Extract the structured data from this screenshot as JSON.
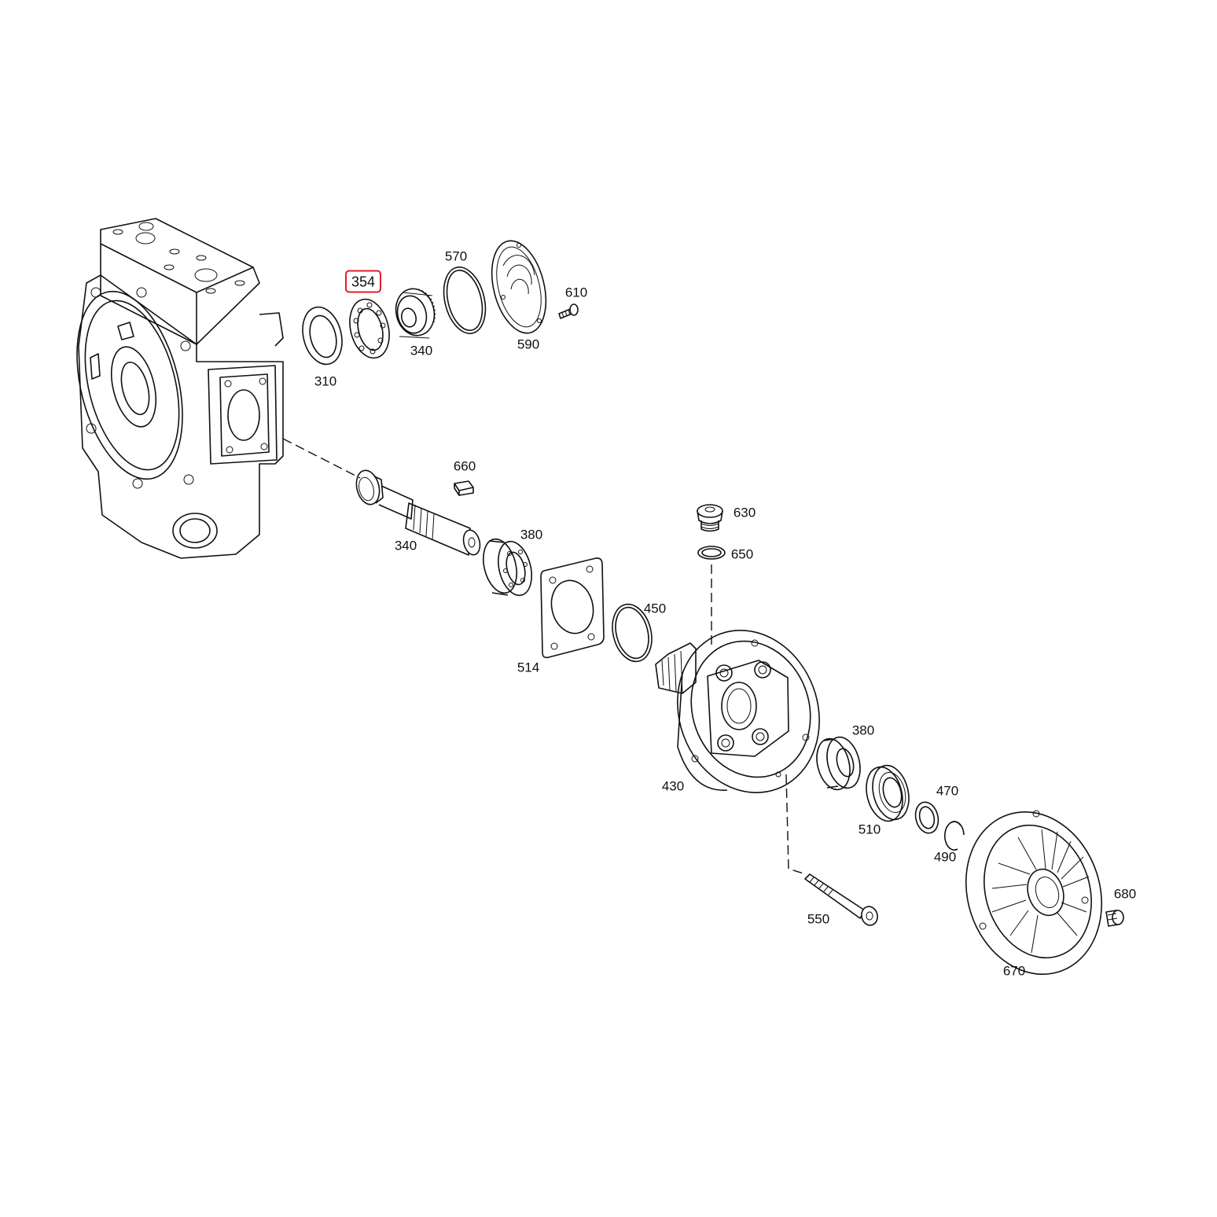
{
  "diagram": {
    "highlight_color": "#e11d2a",
    "parts": [
      {
        "id": "354",
        "label": "354",
        "highlighted": true
      },
      {
        "id": "570",
        "label": "570"
      },
      {
        "id": "610",
        "label": "610"
      },
      {
        "id": "340a",
        "label": "340"
      },
      {
        "id": "590",
        "label": "590"
      },
      {
        "id": "310",
        "label": "310"
      },
      {
        "id": "660",
        "label": "660"
      },
      {
        "id": "340b",
        "label": "340"
      },
      {
        "id": "380a",
        "label": "380"
      },
      {
        "id": "630",
        "label": "630"
      },
      {
        "id": "650",
        "label": "650"
      },
      {
        "id": "450",
        "label": "450"
      },
      {
        "id": "514",
        "label": "514"
      },
      {
        "id": "380b",
        "label": "380"
      },
      {
        "id": "470",
        "label": "470"
      },
      {
        "id": "430",
        "label": "430"
      },
      {
        "id": "510",
        "label": "510"
      },
      {
        "id": "490",
        "label": "490"
      },
      {
        "id": "680",
        "label": "680"
      },
      {
        "id": "550",
        "label": "550"
      },
      {
        "id": "670",
        "label": "670"
      }
    ]
  }
}
